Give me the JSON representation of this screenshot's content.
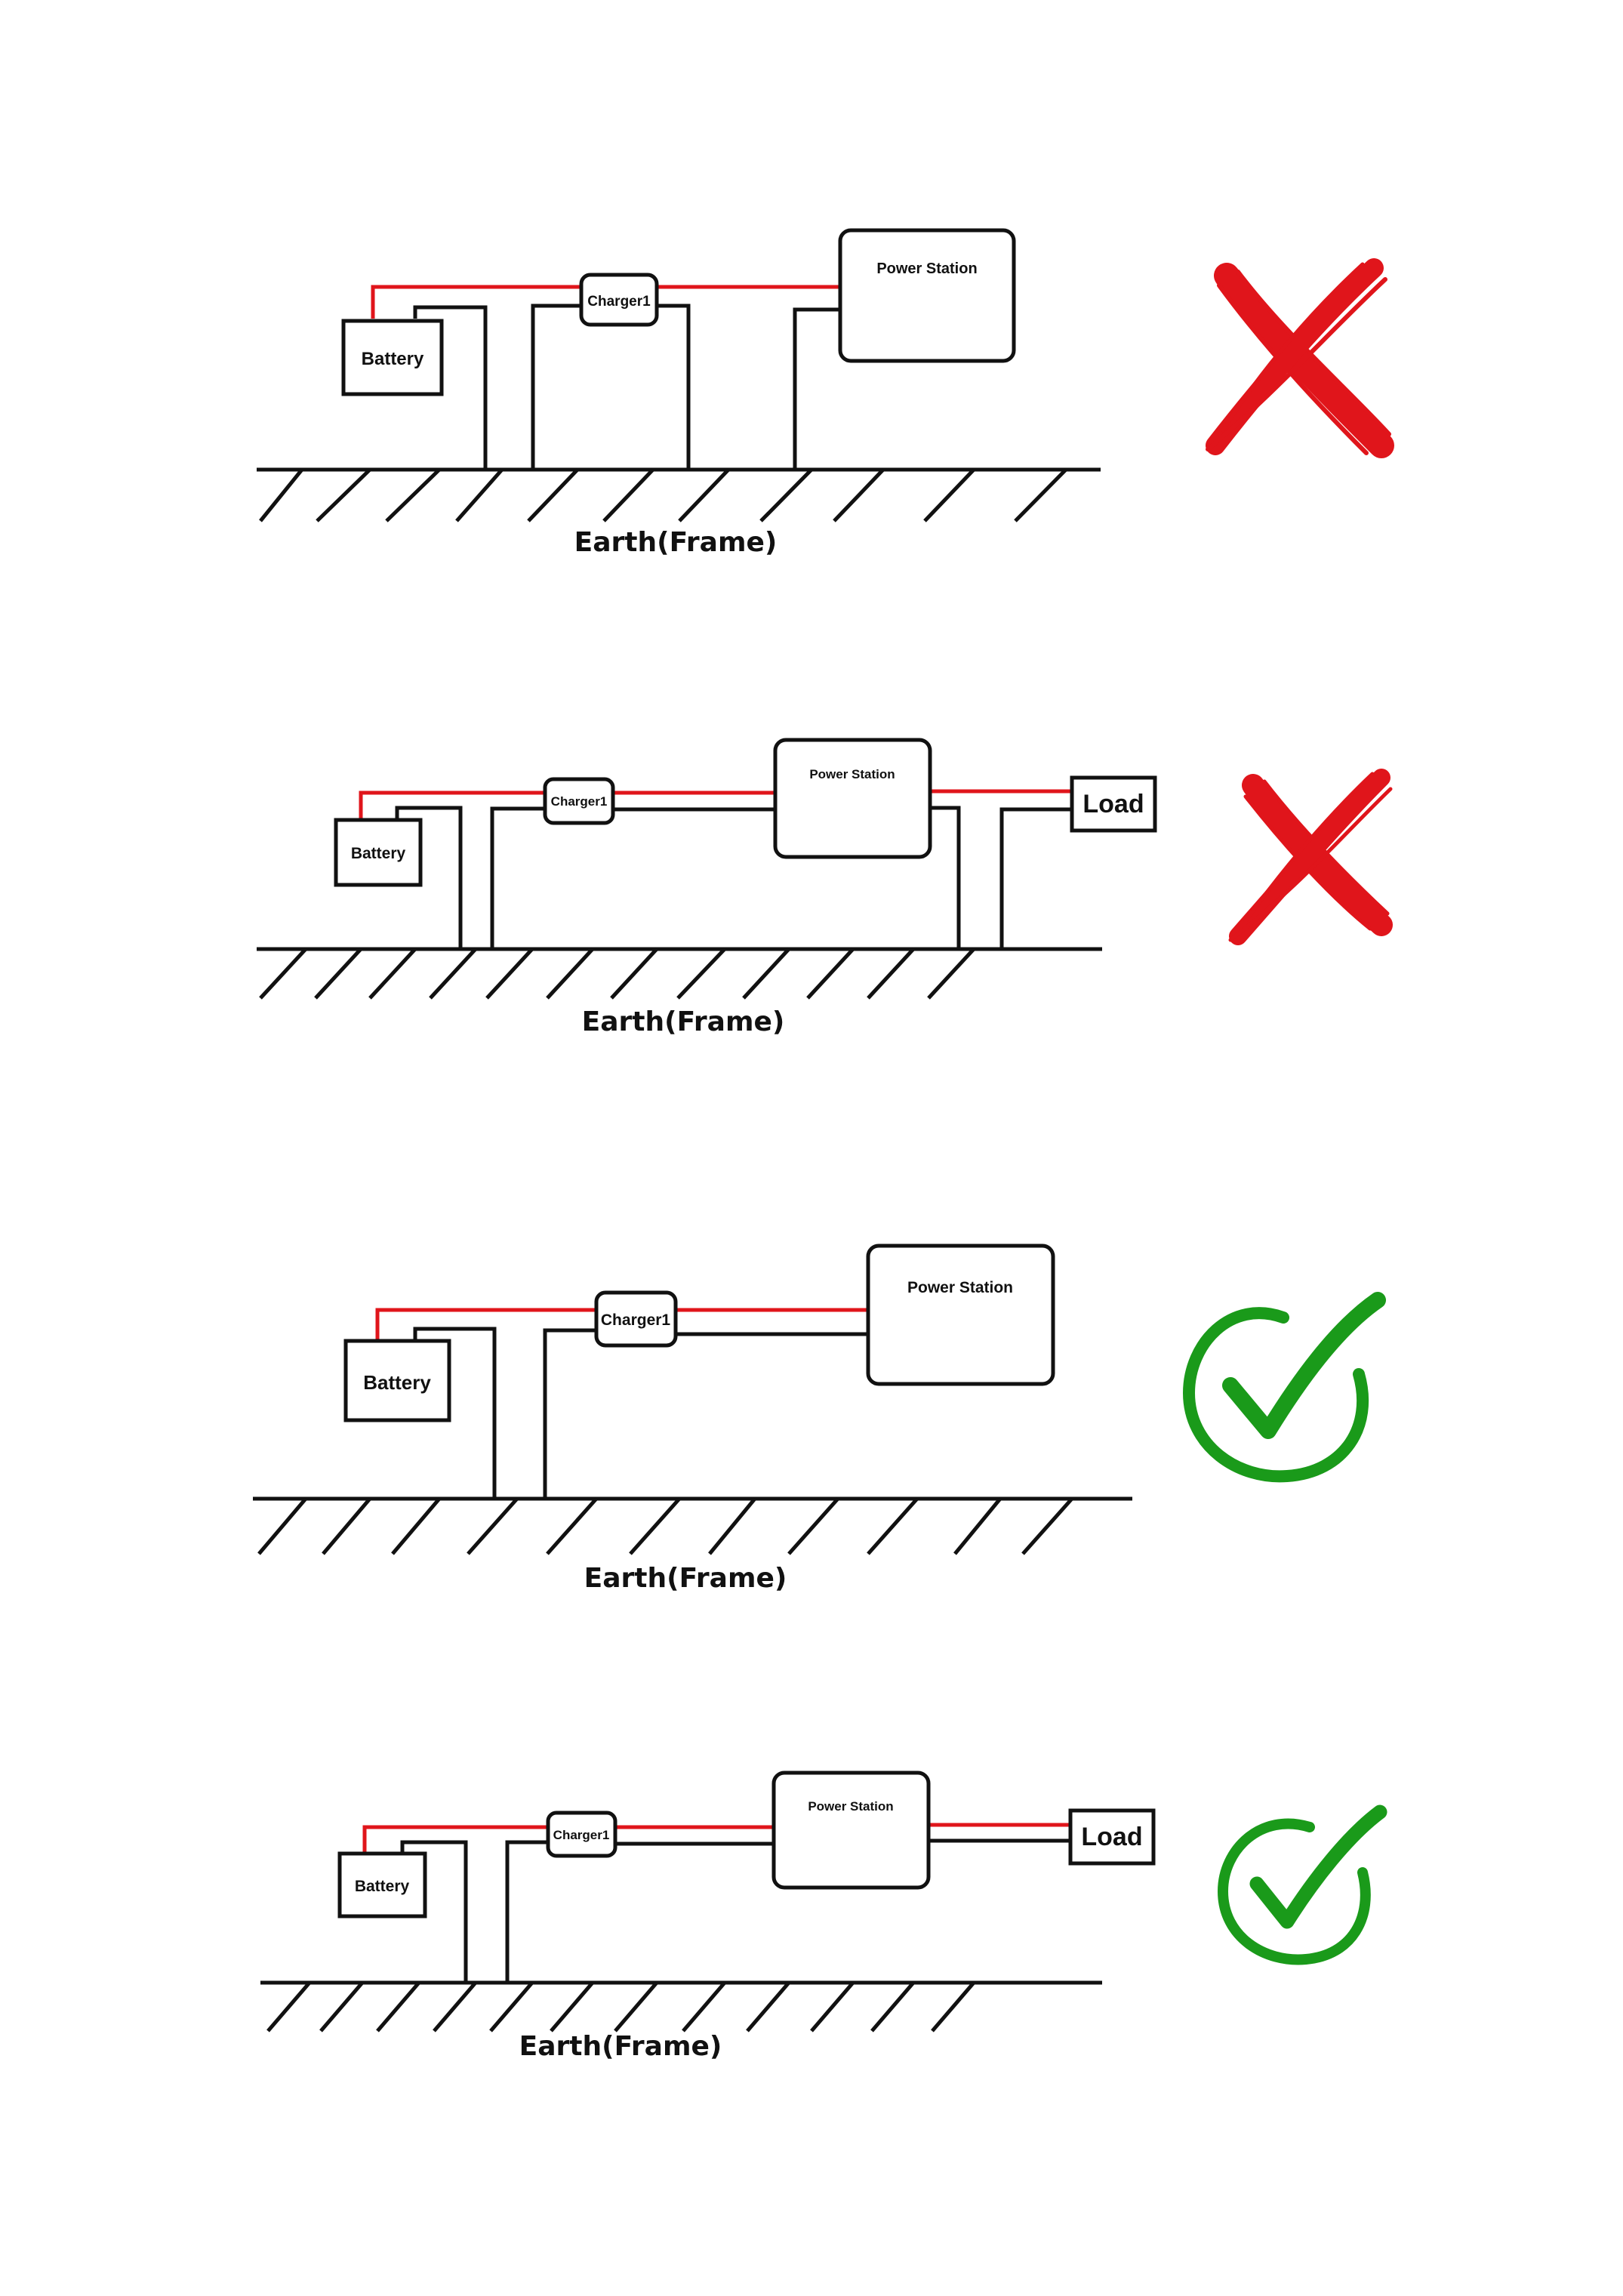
{
  "diagrams": [
    {
      "battery": "Battery",
      "charger": "Charger1",
      "power_station": "Power Station",
      "earth": "Earth(Frame)",
      "verdict": "incorrect",
      "verdict_icon": "red-cross-icon"
    },
    {
      "battery": "Battery",
      "charger": "Charger1",
      "power_station": "Power Station",
      "load": "Load",
      "earth": "Earth(Frame)",
      "verdict": "incorrect",
      "verdict_icon": "red-cross-icon"
    },
    {
      "battery": "Battery",
      "charger": "Charger1",
      "power_station": "Power Station",
      "earth": "Earth(Frame)",
      "verdict": "correct",
      "verdict_icon": "green-check-icon"
    },
    {
      "battery": "Battery",
      "charger": "Charger1",
      "power_station": "Power Station",
      "load": "Load",
      "earth": "Earth(Frame)",
      "verdict": "correct",
      "verdict_icon": "green-check-icon"
    }
  ],
  "colors": {
    "positive_wire": "#e0151b",
    "negative_wire": "#111111",
    "cross": "#e0151b",
    "check": "#1a9a1a"
  }
}
